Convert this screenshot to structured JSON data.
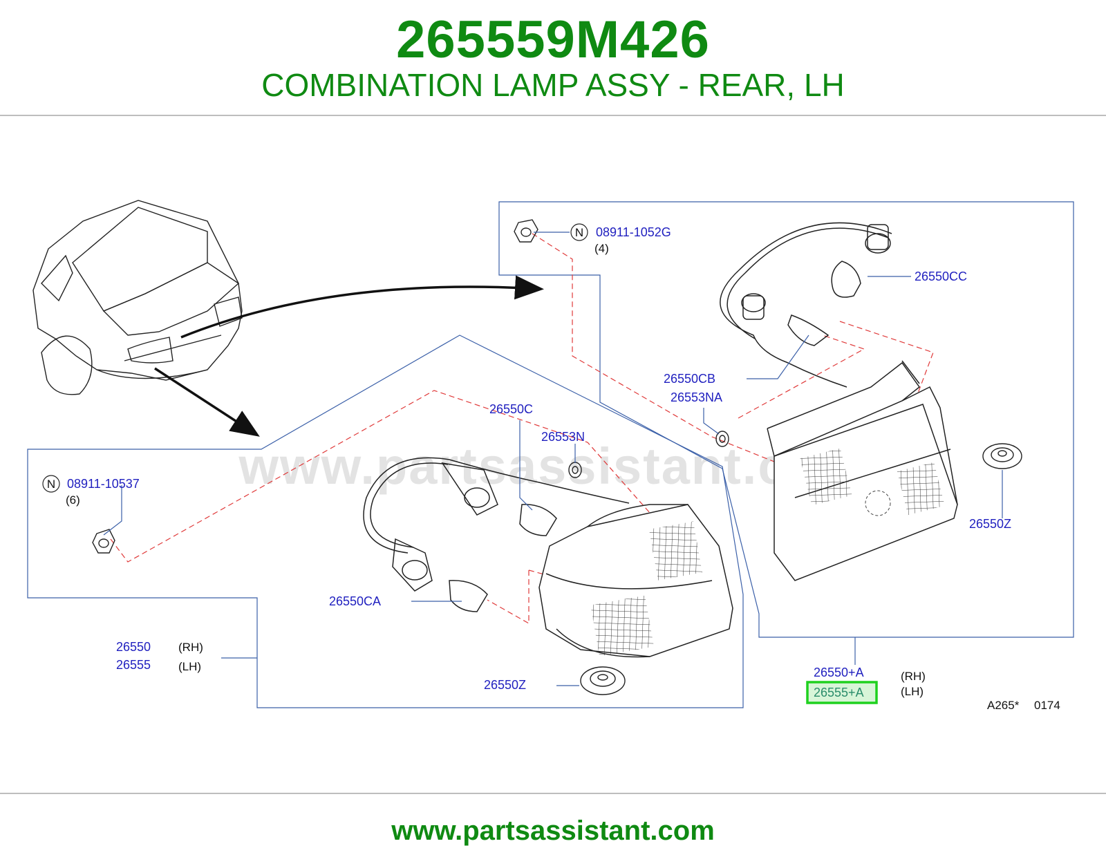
{
  "header": {
    "part_number": "265559M426",
    "part_name": "COMBINATION LAMP ASSY - REAR, LH"
  },
  "watermark": "www.partsassistant.com",
  "footer": {
    "url": "www.partsassistant.com"
  },
  "diagram_code": {
    "ref": "A265*",
    "num": "0174"
  },
  "callouts": {
    "nut_top": {
      "badge": "N",
      "code": "08911-1052G",
      "qty": "(4)"
    },
    "nut_left": {
      "badge": "N",
      "code": "08911-10537",
      "qty": "(6)"
    },
    "c26550CC": "26550CC",
    "c26550CB": "26550CB",
    "c26553NA": "26553NA",
    "c26550Z_right": "26550Z",
    "c26550C": "26550C",
    "c26553N": "26553N",
    "c26550CA": "26550CA",
    "c26550Z_bottom": "26550Z",
    "outer_rh_code": "26550",
    "outer_rh_side": "(RH)",
    "outer_lh_code": "26555",
    "outer_lh_side": "(LH)",
    "inner_rh_code": "26550+A",
    "inner_rh_side": "(RH)",
    "inner_lh_code": "26555+A",
    "inner_lh_side": "(LH)"
  },
  "colors": {
    "brand_green": "#0f8a12",
    "label_blue": "#1f1fbf",
    "leader_blue": "#3a5fa8",
    "dash_red": "#e03a3a",
    "highlight": "#1fd11f"
  }
}
